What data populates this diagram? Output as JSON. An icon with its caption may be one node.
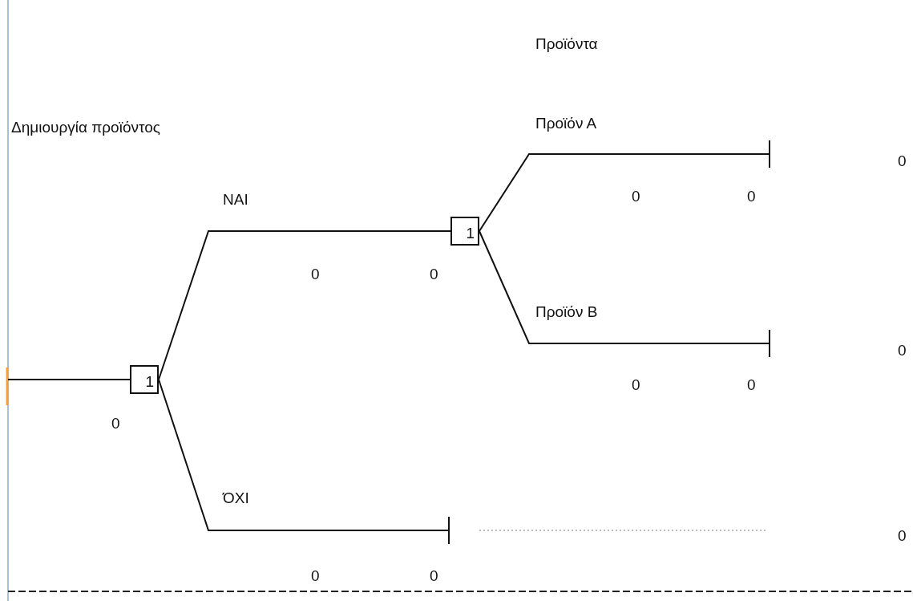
{
  "diagram": {
    "nodes": [
      {
        "text": [
          "1"
        ]
      },
      {
        "text": [
          "1"
        ]
      },
      {
        "text": [],
        "shape": "bar"
      },
      {
        "text": [],
        "shape": "bar"
      },
      {
        "text": [],
        "shape": "bar"
      }
    ],
    "edges": [
      {
        "from": null,
        "to": 0,
        "arrow": "none"
      },
      {
        "from": 0,
        "to": 1,
        "arrow": "none",
        "label": "ΝΑΙ"
      },
      {
        "from": 1,
        "to": 2,
        "arrow": "none",
        "label": "Προϊόν Α"
      },
      {
        "from": 1,
        "to": 3,
        "arrow": "none",
        "label": "Προϊόν Β"
      },
      {
        "from": 0,
        "to": 4,
        "arrow": "none",
        "label": "ΌΧΙ"
      }
    ],
    "labels": [
      "Προϊόντα",
      "Δημιουργία προϊόντος",
      "0",
      "0",
      "0",
      "0",
      "0",
      "0",
      "0",
      "0",
      "0",
      "0",
      "0",
      "0"
    ]
  }
}
